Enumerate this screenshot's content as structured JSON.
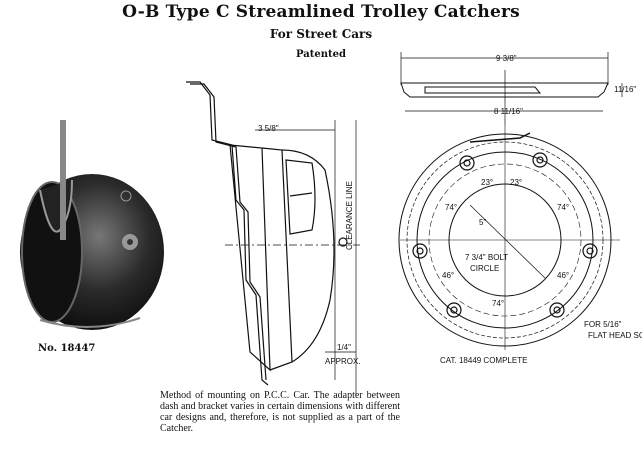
{
  "header": {
    "title": "O-B Type C Streamlined Trolley Catchers",
    "subtitle": "For Street Cars",
    "note": "Patented"
  },
  "photo": {
    "label": "No. 18447"
  },
  "side_view": {
    "depth_dim": "3 5/8\"",
    "clearance_label": "CLEARANCE LINE",
    "gap_dim": "1/4\"",
    "gap_note": "APPROX."
  },
  "plate_view": {
    "outer_dim": "9 3/8\"",
    "inner_dim": "8 11/16\"",
    "height_dim": "11/16\""
  },
  "bolt_view": {
    "angle_top_left": "23°",
    "angle_top_right": "23°",
    "angle_upper_left": "74°",
    "angle_upper_right": "74°",
    "angle_lower_left": "46°",
    "angle_lower_right": "46°",
    "angle_bottom": "74°",
    "radius_dim": "5\"",
    "bolt_circle_1": "7 3/4\" BOLT",
    "bolt_circle_2": "CIRCLE",
    "screw_note_1": "FOR 5/16\"",
    "screw_note_2": "FLAT HEAD SCREW",
    "catalog_label": "CAT. 18449  COMPLETE"
  },
  "caption": "Method of mounting on P.C.C. Car. The adapter between dash and bracket varies in certain dimensions with different car designs and, therefore, is not supplied as a part of the Catcher."
}
